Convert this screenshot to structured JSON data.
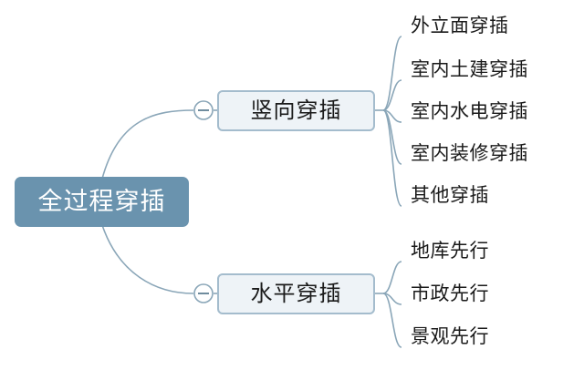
{
  "root": {
    "label": "全过程穿插"
  },
  "branches": [
    {
      "label": "竖向穿插",
      "children": [
        "外立面穿插",
        "室内土建穿插",
        "室内水电穿插",
        "室内装修穿插",
        "其他穿插"
      ]
    },
    {
      "label": "水平穿插",
      "children": [
        "地库先行",
        "市政先行",
        "景观先行"
      ]
    }
  ],
  "colors": {
    "root_fill": "#6a93ae",
    "branch_fill": "#eef3f7",
    "branch_border": "#a4bccd",
    "connector": "#8aa6b8"
  },
  "icons": [
    "collapse-icon",
    "collapse-icon"
  ]
}
